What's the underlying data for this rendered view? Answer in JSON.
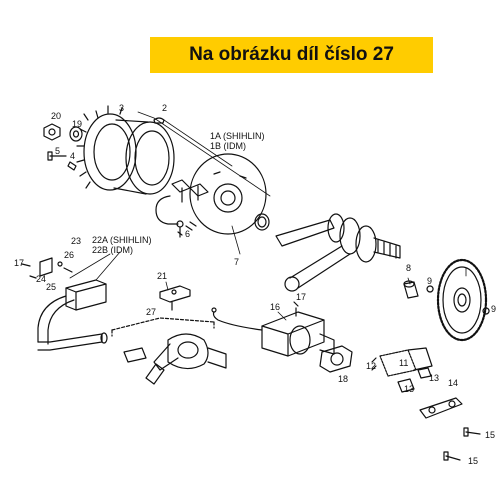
{
  "banner": {
    "text": "Na obrázku díl číslo 27",
    "color": "#ffcc00"
  },
  "labels": {
    "p1a": "1A (SHIHLIN)",
    "p1b": "1B (IDM)",
    "p2": "2",
    "p3": "3",
    "p4": "4",
    "p5": "5",
    "p6": "6",
    "p7": "7",
    "p8": "8",
    "p9a": "9",
    "p9b": "9",
    "p11": "11",
    "p12": "12",
    "p13a": "13",
    "p13b": "13",
    "p14": "14",
    "p15a": "15",
    "p15b": "15",
    "p16": "16",
    "p17a": "17",
    "p17b": "17",
    "p18": "18",
    "p19": "19",
    "p20": "20",
    "p21": "21",
    "p22a": "22A (SHIHLIN)",
    "p22b": "22B (IDM)",
    "p23": "23",
    "p24": "24",
    "p25": "25",
    "p26": "26",
    "p27": "27"
  }
}
